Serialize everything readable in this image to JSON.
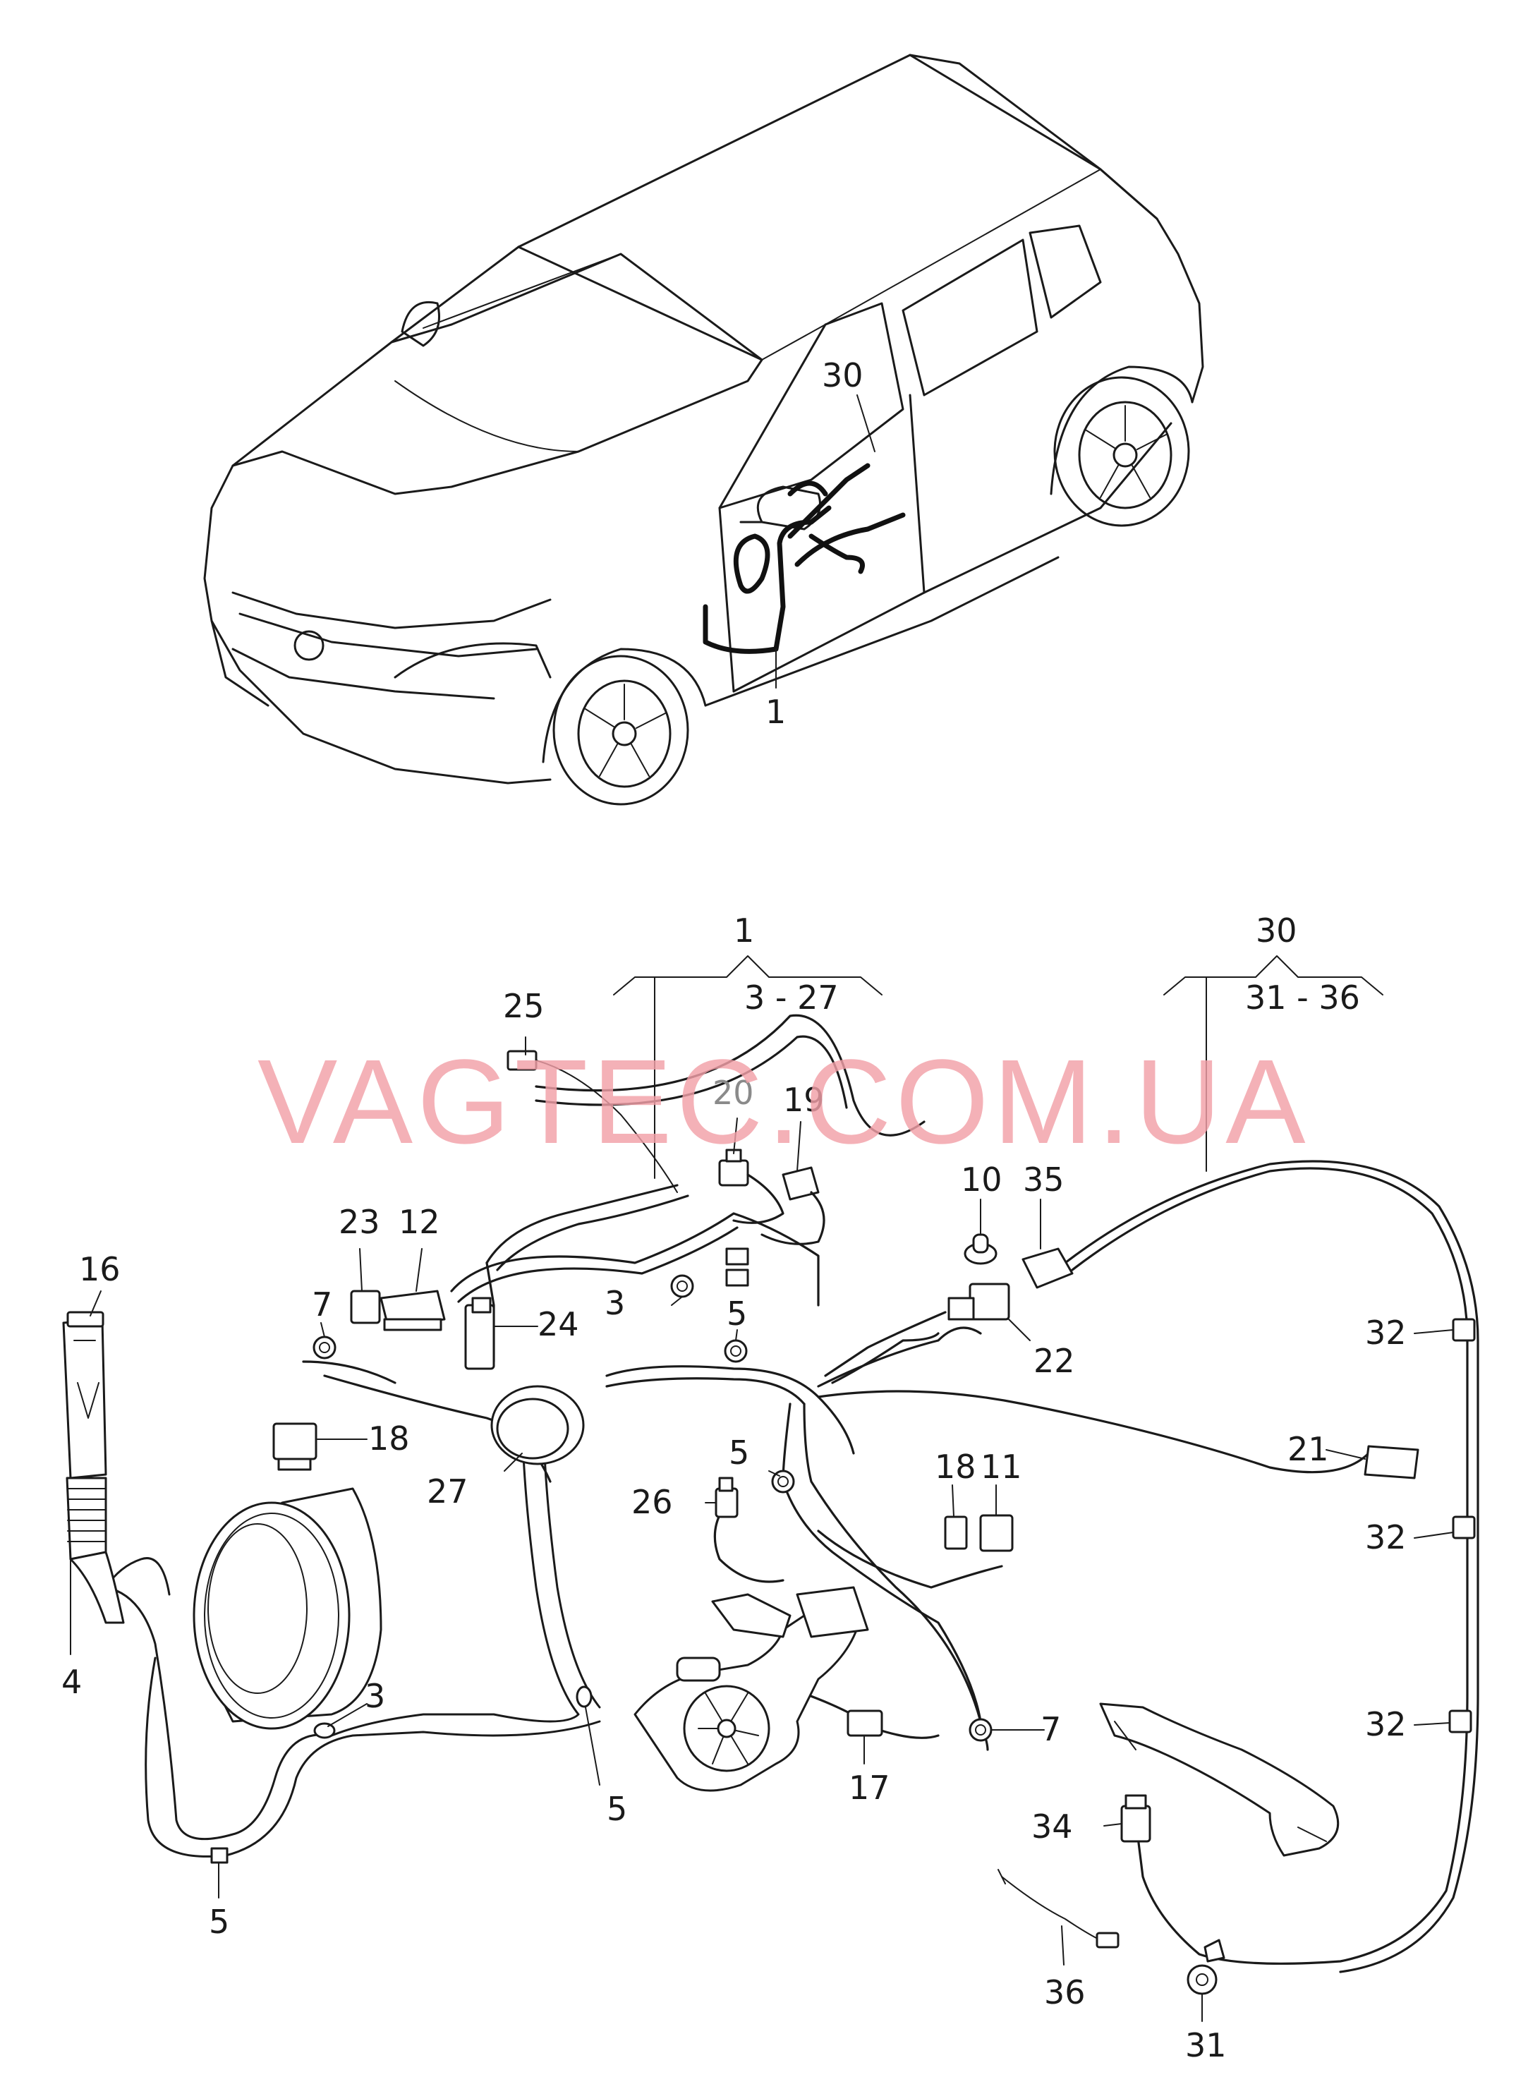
{
  "watermark": "VAGTEC.COM.UA",
  "group_labels": {
    "harness_number": "1",
    "harness_range": "3 - 27",
    "wiring_number": "30",
    "wiring_range": "31 - 36"
  },
  "car_callouts": {
    "harness": "1",
    "door_wiring": "30"
  },
  "callouts": {
    "c3a": "3",
    "c3b": "3",
    "c4": "4",
    "c5a": "5",
    "c5b": "5",
    "c5c": "5",
    "c5d": "5",
    "c7a": "7",
    "c7b": "7",
    "c10": "10",
    "c11": "11",
    "c12": "12",
    "c16": "16",
    "c17": "17",
    "c18a": "18",
    "c18b": "18",
    "c19": "19",
    "c20": "20",
    "c21": "21",
    "c22": "22",
    "c23": "23",
    "c24": "24",
    "c25": "25",
    "c26": "26",
    "c27": "27",
    "c31": "31",
    "c32a": "32",
    "c32b": "32",
    "c32c": "32",
    "c34": "34",
    "c35": "35",
    "c36": "36"
  }
}
